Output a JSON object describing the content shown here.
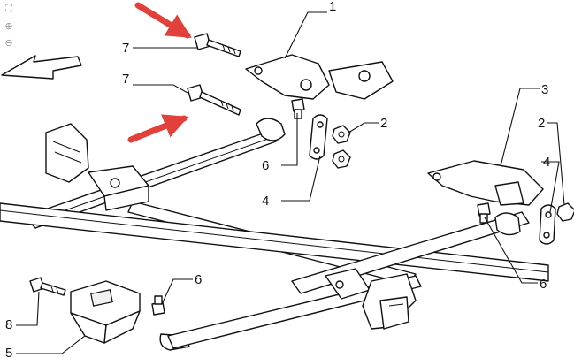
{
  "toolbar": {
    "tools": [
      {
        "name": "fit-icon",
        "glyph": "⛶"
      },
      {
        "name": "zoom-in-icon",
        "glyph": "⊕"
      },
      {
        "name": "zoom-out-icon",
        "glyph": "⊖"
      }
    ]
  },
  "callouts": {
    "c1": "1",
    "c2a": "2",
    "c2b": "2",
    "c3": "3",
    "c4a": "4",
    "c4b": "4",
    "c5": "5",
    "c6a": "6",
    "c6b": "6",
    "c6c": "6",
    "c7a": "7",
    "c7b": "7",
    "c8": "8"
  },
  "colors": {
    "arrow": "#e2403a",
    "line": "#111111",
    "icon": "#9a9a9a"
  }
}
